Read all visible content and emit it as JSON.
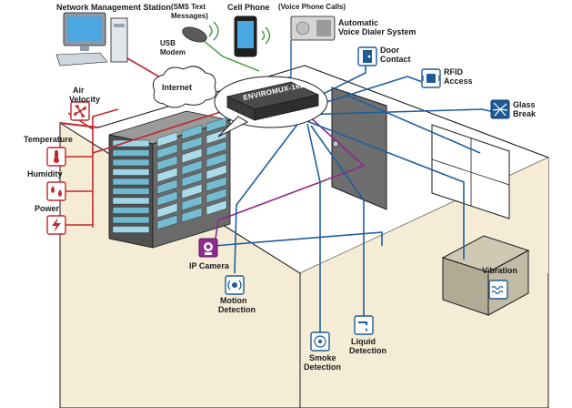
{
  "labels": {
    "nms": "Network Management Station",
    "sms_line1": "(SMS Text",
    "sms_line2": "Messages)",
    "cell_phone": "Cell Phone",
    "voice_calls": "(Voice Phone Calls)",
    "usb_line1": "USB",
    "usb_line2": "Modem",
    "auto_line1": "Automatic",
    "auto_line2": "Voice Dialer System",
    "internet": "Internet",
    "device": "ENVIROMUX-16D",
    "door_line1": "Door",
    "door_line2": "Contact",
    "rfid_line1": "RFID",
    "rfid_line2": "Access",
    "glass_line1": "Glass",
    "glass_line2": "Break",
    "air_line1": "Air",
    "air_line2": "Velocity",
    "temperature": "Temperature",
    "humidity": "Humidity",
    "power": "Power",
    "ip_camera": "IP Camera",
    "motion_line1": "Motion",
    "motion_line2": "Detection",
    "smoke_line1": "Smoke",
    "smoke_line2": "Detection",
    "liquid_line1": "Liquid",
    "liquid_line2": "Detection",
    "vibration": "Vibration"
  },
  "icons": {
    "air": "fan-icon",
    "temperature": "thermometer-icon",
    "humidity": "water-drops-icon",
    "power": "lightning-bolt-icon",
    "ip_camera": "camera-icon",
    "motion": "motion-sensor-icon",
    "smoke": "smoke-detector-icon",
    "liquid": "faucet-icon",
    "vibration": "vibration-wave-icon",
    "door": "door-contact-icon",
    "rfid": "rfid-icon",
    "glass": "glass-break-icon"
  },
  "colors": {
    "sensor_line": "#1f5f9e",
    "env_line": "#c0282d",
    "camera_line": "#8e2a8e",
    "network_line": "#c0282d",
    "phone_line": "#3a9a3a",
    "icon_blue": "#1d5b96",
    "icon_red": "#c0282d",
    "icon_purple": "#8e2a8e",
    "room_wall": "#f5ecd6",
    "room_floor": "#ffffff"
  }
}
